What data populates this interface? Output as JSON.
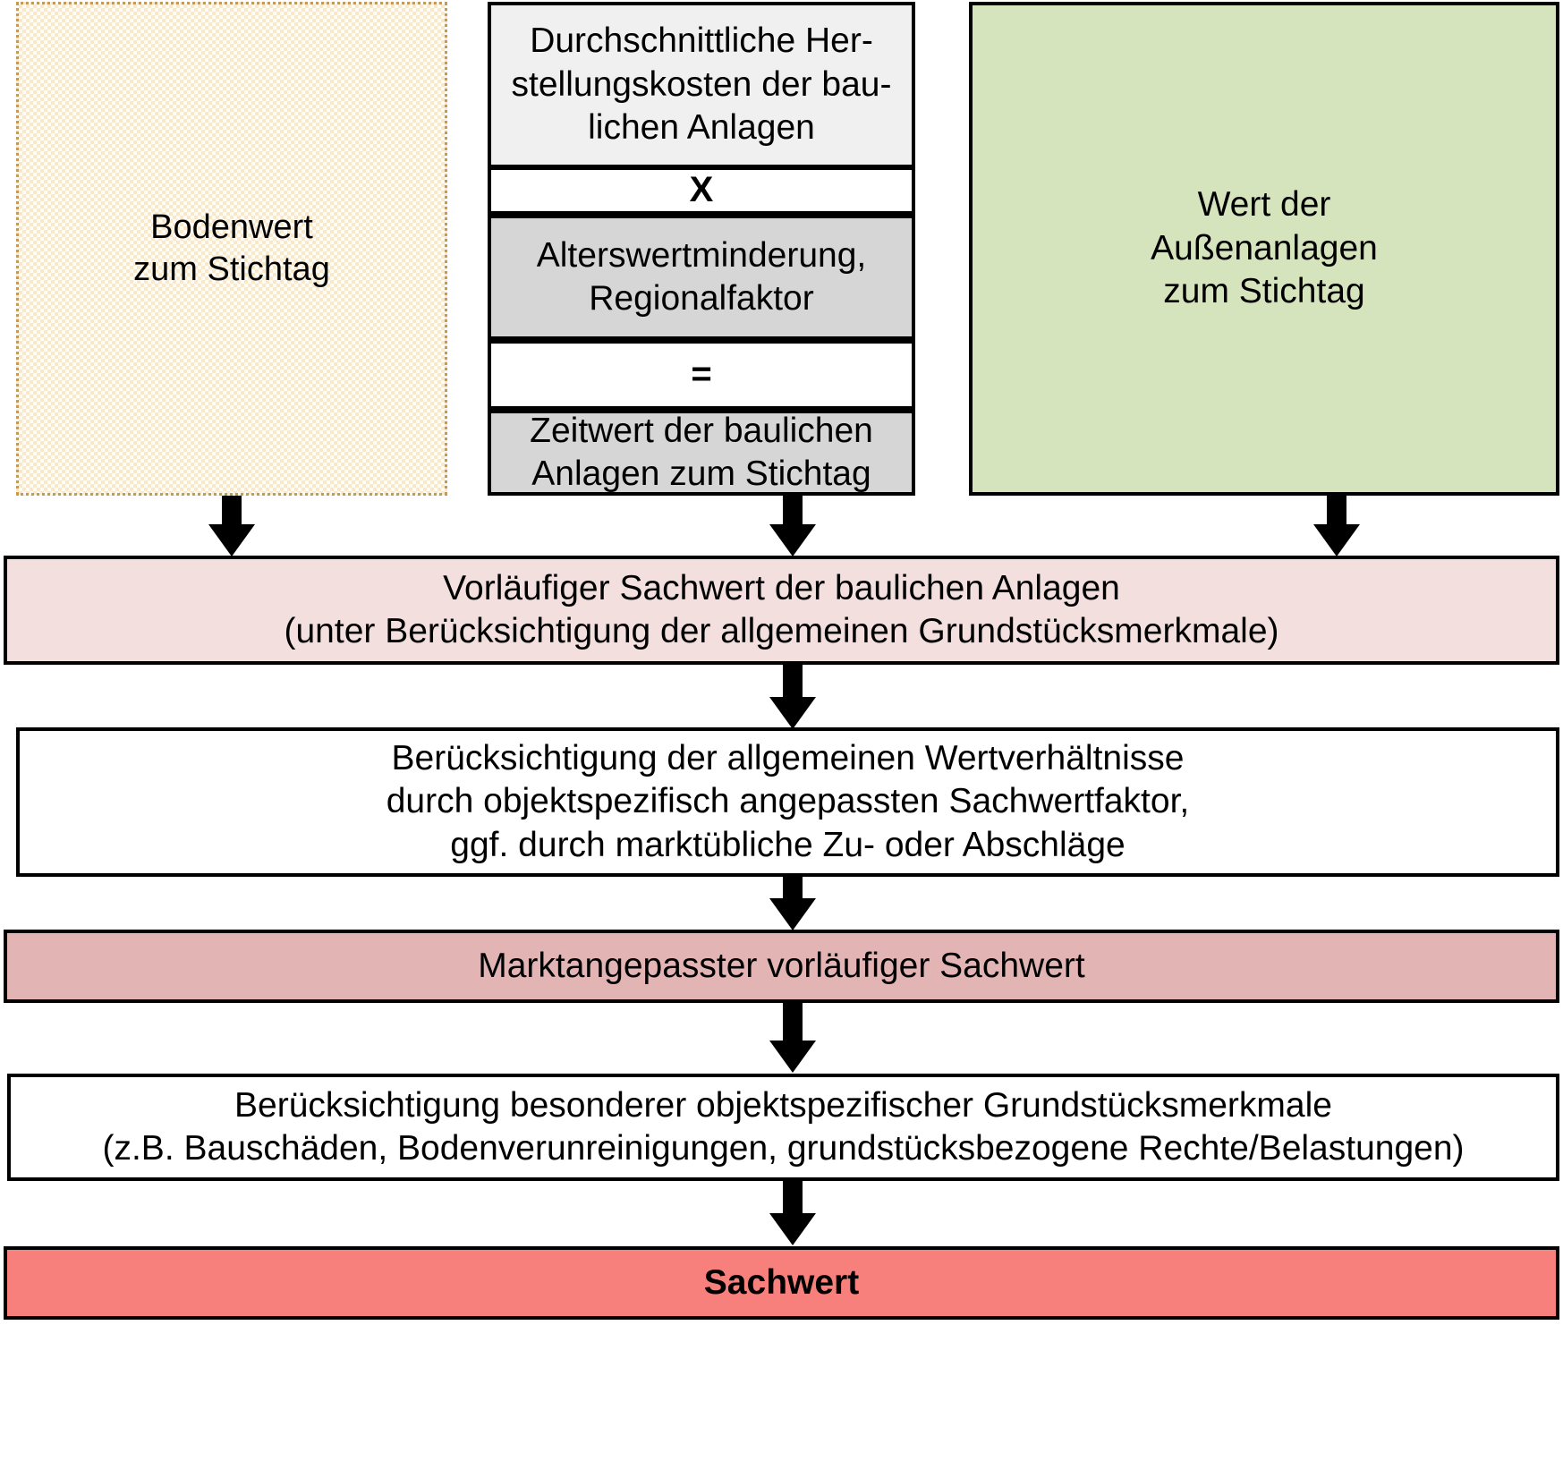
{
  "diagram": {
    "title": "Sachwertverfahren Ablaufdiagramm",
    "nodes": {
      "bodenwert": "Bodenwert\nzum Stichtag",
      "herstellungskosten": "Durchschnittliche Her-\nstellungskosten der bau-\nlichen Anlagen",
      "operator_multiply": "X",
      "alterswertminderung": "Alterswertminderung,\nRegionalfaktor",
      "operator_equals": "=",
      "zeitwert": "Zeitwert der baulichen\nAnlagen zum Stichtag",
      "aussenanlagen": "Wert der\nAußenanlagen\nzum Stichtag",
      "vorlaeufiger_sachwert": "Vorläufiger Sachwert der baulichen Anlagen\n(unter Berücksichtigung der allgemeinen Grundstücksmerkmale)",
      "beruecksichtigung_wertverhaeltnisse": "Berücksichtigung der allgemeinen Wertverhältnisse\ndurch objektspezifisch angepassten Sachwertfaktor,\nggf. durch marktübliche Zu- oder Abschläge",
      "marktangepasster_sachwert": "Marktangepasster vorläufiger Sachwert",
      "beruecksichtigung_merkmale": "Berücksichtigung besonderer objektspezifischer Grundstücksmerkmale\n(z.B. Bauschäden, Bodenverunreinigungen, grundstücksbezogene Rechte/Belastungen)",
      "sachwert": "Sachwert"
    },
    "colors": {
      "bodenwert_fill": "#fbe8c8",
      "bodenwert_border": "#c89a4a",
      "herstellungskosten_fill": "#f0f0f0",
      "operator_fill": "#ffffff",
      "gray_fill": "#d6d6d6",
      "aussenanlagen_fill": "#d6e4bd",
      "vorlaeufiger_fill": "#f3dfdd",
      "marktangepasst_fill": "#e2b4b4",
      "sachwert_fill": "#f8807c",
      "white_fill": "#ffffff",
      "stroke": "#000000"
    },
    "arrows": [
      {
        "name": "arrow-bodenwert-to-vorlaeufiger",
        "from": "bodenwert",
        "to": "vorlaeufiger_sachwert"
      },
      {
        "name": "arrow-zeitwert-to-vorlaeufiger",
        "from": "zeitwert",
        "to": "vorlaeufiger_sachwert"
      },
      {
        "name": "arrow-aussenanlagen-to-vorlaeufiger",
        "from": "aussenanlagen",
        "to": "vorlaeufiger_sachwert"
      },
      {
        "name": "arrow-vorlaeufiger-to-wertverhaeltnisse",
        "from": "vorlaeufiger_sachwert",
        "to": "beruecksichtigung_wertverhaeltnisse"
      },
      {
        "name": "arrow-wertverhaeltnisse-to-marktangepasst",
        "from": "beruecksichtigung_wertverhaeltnisse",
        "to": "marktangepasster_sachwert"
      },
      {
        "name": "arrow-marktangepasst-to-merkmale",
        "from": "marktangepasster_sachwert",
        "to": "beruecksichtigung_merkmale"
      },
      {
        "name": "arrow-merkmale-to-sachwert",
        "from": "beruecksichtigung_merkmale",
        "to": "sachwert"
      }
    ]
  }
}
